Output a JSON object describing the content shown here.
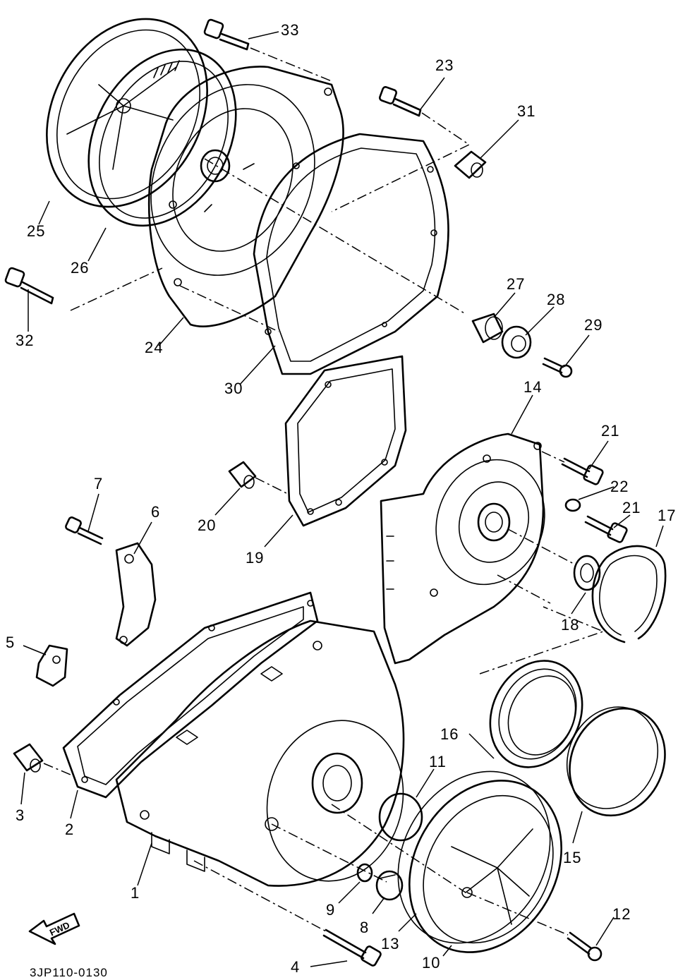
{
  "drawing_code": "3JP110-0130",
  "fwd_label": "FWD",
  "callouts": {
    "p1": "1",
    "p2": "2",
    "p3": "3",
    "p4": "4",
    "p5": "5",
    "p6": "6",
    "p7": "7",
    "p8": "8",
    "p9": "9",
    "p10": "10",
    "p11": "11",
    "p12": "12",
    "p13": "13",
    "p14": "14",
    "p15": "15",
    "p16": "16",
    "p17": "17",
    "p18": "18",
    "p19": "19",
    "p20": "20",
    "p21a": "21",
    "p21b": "21",
    "p22": "22",
    "p23": "23",
    "p24": "24",
    "p25": "25",
    "p26": "26",
    "p27": "27",
    "p28": "28",
    "p29": "29",
    "p30": "30",
    "p31": "31",
    "p32": "32",
    "p33": "33"
  }
}
